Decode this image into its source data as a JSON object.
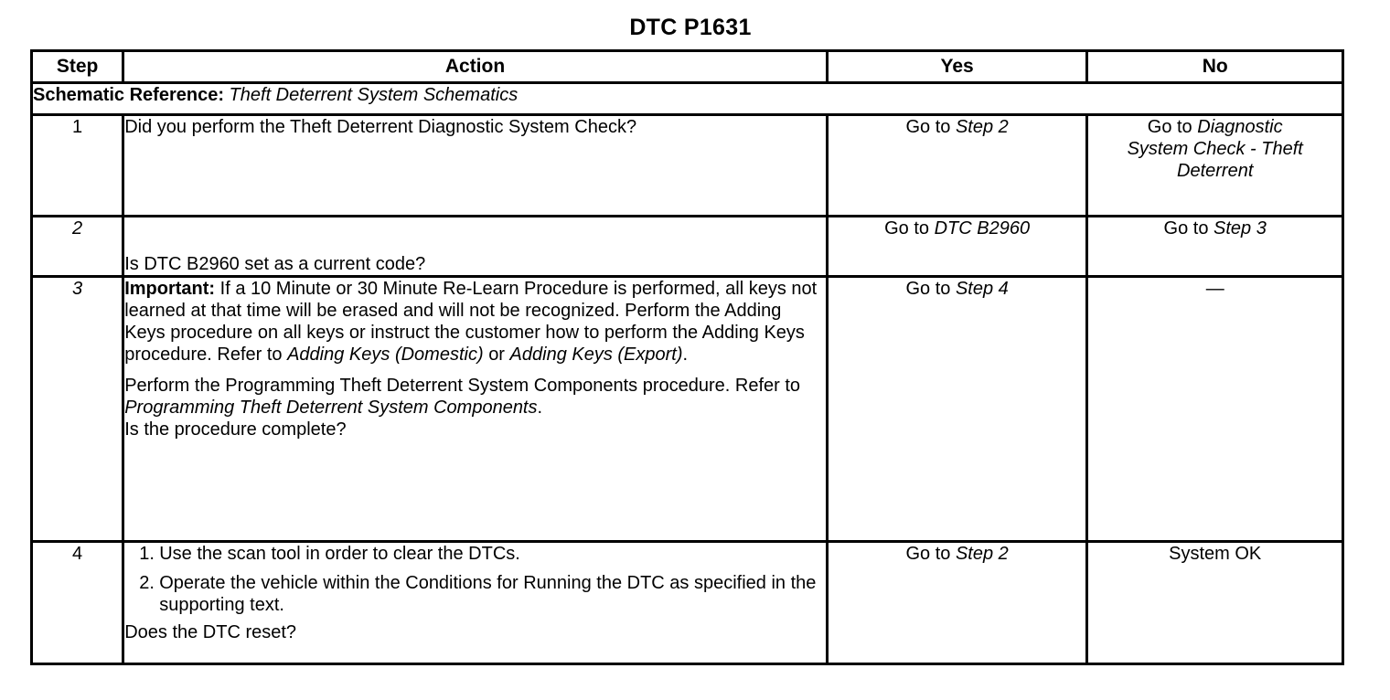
{
  "title": "DTC P1631",
  "headers": {
    "step": "Step",
    "action": "Action",
    "yes": "Yes",
    "no": "No"
  },
  "schematic": {
    "label": "Schematic Reference:",
    "value": "Theft Deterrent System Schematics"
  },
  "steps": [
    {
      "step": "1",
      "action": "Did you perform the Theft Deterrent Diagnostic System Check?",
      "yes_prefix": "Go to",
      "yes_link": "Step 2",
      "no_prefix": "Go to",
      "no_link_line1": "Diagnostic",
      "no_link_line2": "System Check - Theft",
      "no_link_line3": "Deterrent"
    },
    {
      "step": "2",
      "action": "Is DTC B2960 set as a current code?",
      "yes_prefix": "Go to",
      "yes_link": "DTC B2960",
      "no_prefix": "Go to",
      "no_link": "Step 3"
    },
    {
      "step": "3",
      "important_label": "Important:",
      "important_text": "If a 10 Minute or 30 Minute Re-Learn Procedure is performed, all keys not learned at that time will be erased and will not be recognized. Perform the Adding Keys procedure on all keys or instruct the customer how to perform the Adding Keys procedure. Refer to",
      "important_ref1": "Adding Keys (Domestic)",
      "important_or": "or",
      "important_ref2": "Adding Keys (Export)",
      "period": ".",
      "perform_text": "Perform the Programming Theft Deterrent System Components procedure. Refer to",
      "perform_ref": "Programming Theft Deterrent System Components",
      "question": "Is the procedure complete?",
      "yes_prefix": "Go to",
      "yes_link": "Step 4",
      "no_value": "—"
    },
    {
      "step": "4",
      "list": [
        {
          "num": "1.",
          "text": "Use the scan tool in order to clear the DTCs."
        },
        {
          "num": "2.",
          "text": "Operate the vehicle within the Conditions for Running the DTC as specified in the supporting text."
        }
      ],
      "question": "Does the DTC reset?",
      "yes_prefix": "Go to",
      "yes_link": "Step 2",
      "no_value": "System OK"
    }
  ]
}
